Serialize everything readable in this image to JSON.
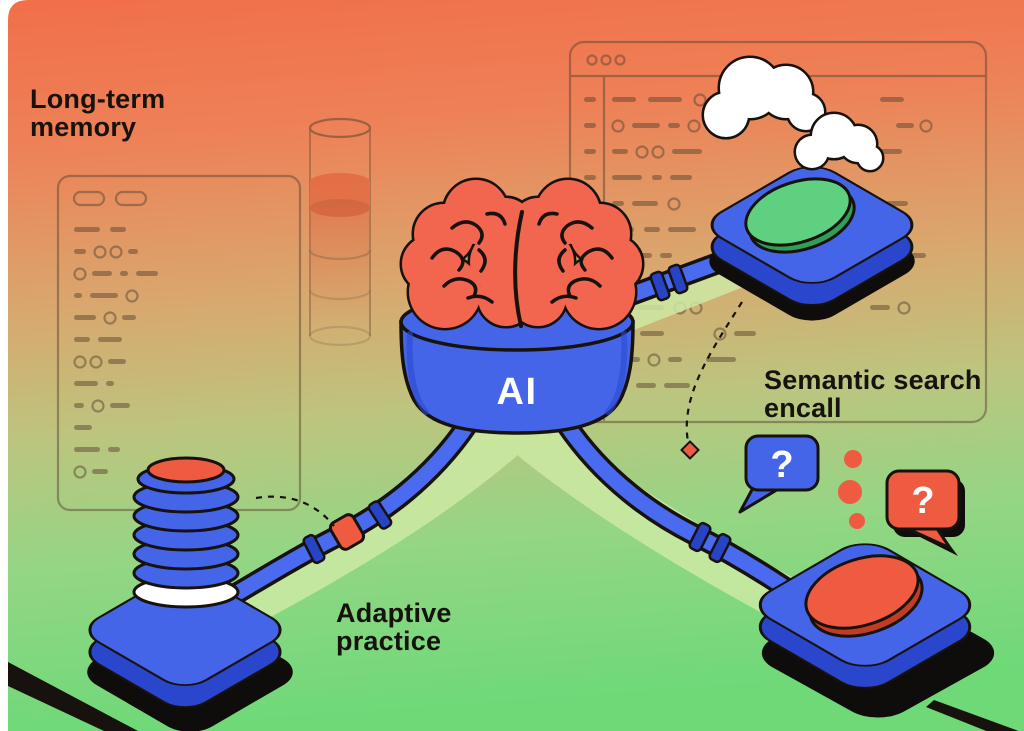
{
  "title": "AI learning system illustration",
  "labels": {
    "long_term_memory": [
      "Long-term",
      "memory"
    ],
    "semantic_search": [
      "Semantic search",
      "encall"
    ],
    "adaptive_practice": [
      "Adaptive",
      "practice"
    ],
    "ai_core": "AI",
    "question_blue": "?",
    "question_red": "?"
  },
  "colors": {
    "background_top": "#f16f49",
    "background_bottom": "#6fd978",
    "brand_blue": "#4565e8",
    "dark_blue": "#2946cc",
    "coral": "#ef5b41",
    "brain_coral": "#f2664f",
    "green_button": "#5ed07f",
    "outline": "#17120d",
    "ribbon_green": "#cdeaa4",
    "cloud_white": "#ffffff"
  },
  "icons": [
    "brain-icon",
    "ai-pedestal",
    "cloud-icon",
    "green-button-platform",
    "coral-button-platform",
    "coil-stack-platform",
    "chat-bubble-blue-icon",
    "chat-bubble-red-icon",
    "code-panel",
    "beaker-icon",
    "pipe-tube"
  ]
}
